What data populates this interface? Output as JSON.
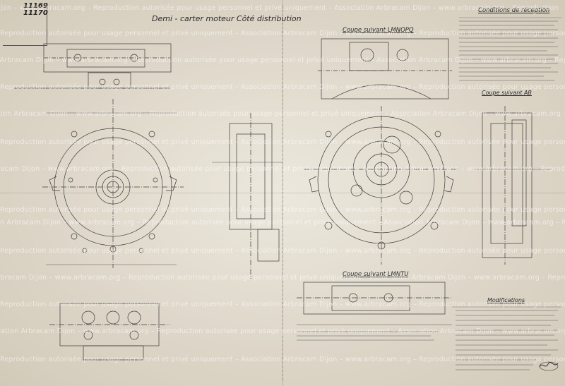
{
  "drawing": {
    "number_line1": "11169",
    "number_line2": "11170",
    "main_title": "Demi - carter moteur    Côté distribution",
    "section_lmnopq": "Coupe suivant LMNOPQ",
    "section_ab": "Coupe suivant AB",
    "section_lmntu": "Coupe suivant LMNTU",
    "conditions_title": "Conditions de réception",
    "modifications_title": "Modifications"
  },
  "watermark": {
    "line_a": "Reproduction autorisée pour usage personnel et privé uniquement",
    "line_b": "Association Arbracam Dijon – www.arbracam.org –",
    "repeat_a": "Reproduction autorisée pour usage personnel et privé uniquement – Association Arbracam Dijon – www.arbracam.org – Reproduction autorisée pour usage personnel et privé uniquement – Association Arbracam Dijon",
    "repeat_b": "Association Arbracam Dijon – www.arbracam.org – Reproduction autorisée pour usage personnel et privé uniquement – Association Arbracam Dijon – www.arbracam.org – Reproduction"
  },
  "colors": {
    "paper": "#e6e0d2",
    "ink": "#3a3a3a",
    "watermark": "#ffffff"
  }
}
